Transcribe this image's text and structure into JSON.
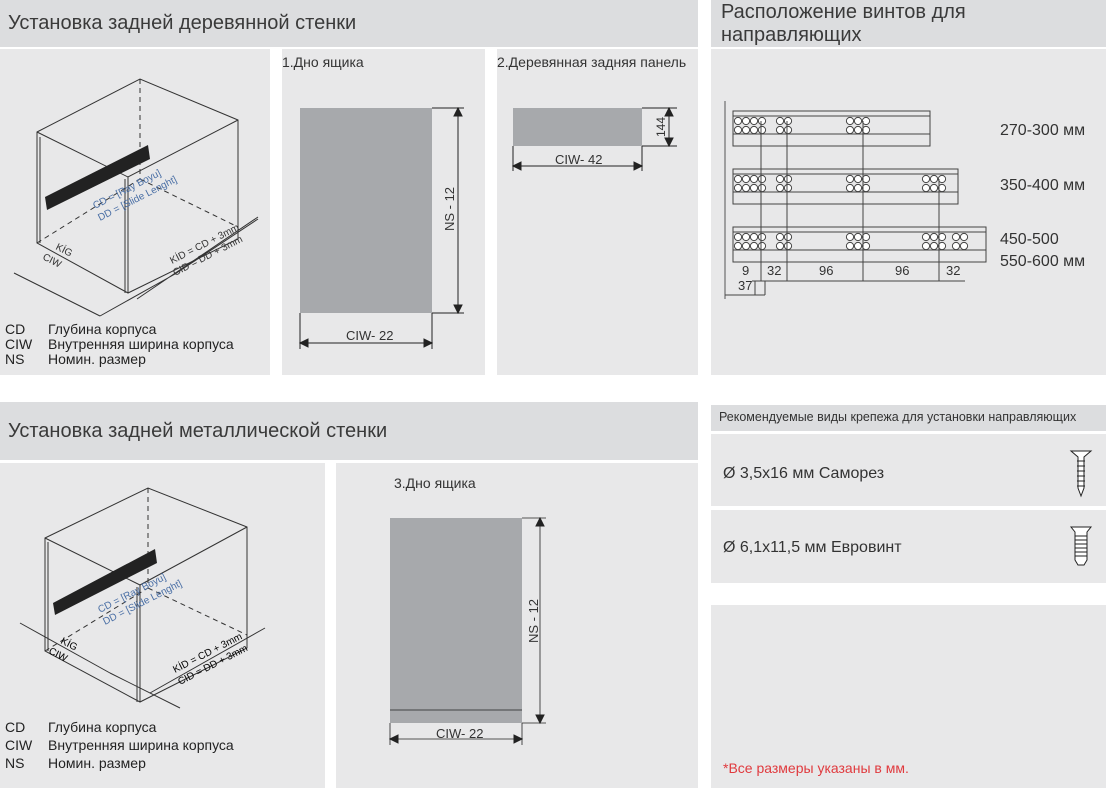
{
  "wood": {
    "title": "Установка задней деревянной стенки",
    "panel1_title": "1.Дно ящика",
    "panel2_title": "2.Деревянная задняя панель",
    "dim_height": "NS - 12",
    "dim_width": "CIW- 22",
    "back_width": "CIW- 42",
    "back_height": "144"
  },
  "metal": {
    "title": "Установка задней металлической стенки",
    "panel3_title": "3.Дно ящика",
    "dim_height": "NS - 12",
    "dim_width": "CIW- 22"
  },
  "iso": {
    "cd": "CD = [Ray Boyu]",
    "dd": "DD = [Slide Lenght]",
    "kig": "KİG",
    "ciw": "CIW",
    "kid": "KİD = CD + 3mm",
    "cid": "CID = DD + 3mm"
  },
  "legend": [
    {
      "key": "CD",
      "text": "Глубина корпуса"
    },
    {
      "key": "CIW",
      "text": "Внутренняя ширина корпуса"
    },
    {
      "key": "NS",
      "text": "Номин. размер"
    }
  ],
  "screws": {
    "title": "Расположение винтов для направляющих",
    "rows": [
      "270-300 мм",
      "350-400 мм",
      "450-500",
      "550-600 мм"
    ],
    "dims": [
      "9",
      "32",
      "96",
      "96",
      "32",
      "37"
    ]
  },
  "fasteners": {
    "title": "Рекомендуемые виды крепежа для установки направляющих",
    "items": [
      {
        "label": "Ø 3,5x16 мм Саморез"
      },
      {
        "label": "Ø 6,1x11,5 мм Евровинт"
      }
    ]
  },
  "note": "*Все размеры указаны в мм.",
  "colors": {
    "header": "#dcdddf",
    "panel": "#e8e8e9",
    "board": "#a7a9ac",
    "note": "#e03a3e"
  }
}
